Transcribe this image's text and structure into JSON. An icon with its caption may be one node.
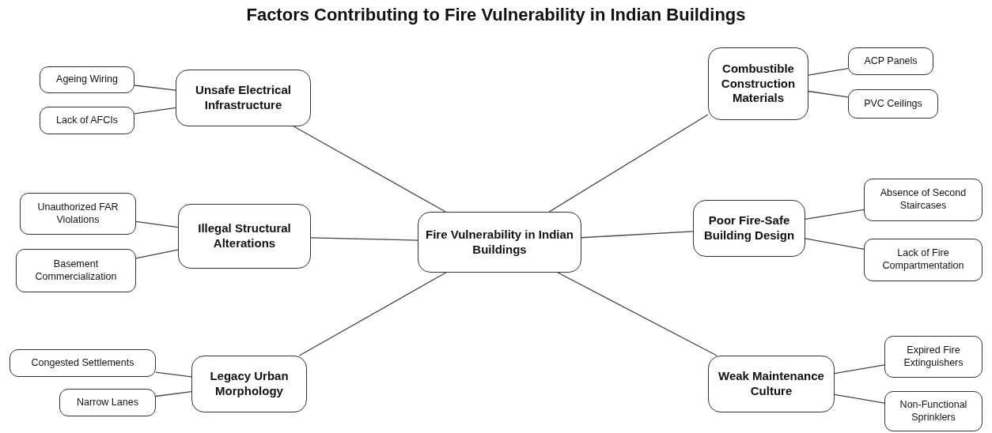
{
  "diagram": {
    "title": "Factors Contributing to Fire Vulnerability in Indian Buildings",
    "nodes": [
      {
        "text": [
          "Fire Vulnerability in Indian Buildings"
        ]
      },
      {
        "text": [
          "Unsafe Electrical Infrastructure"
        ]
      },
      {
        "text": [
          "Ageing Wiring"
        ]
      },
      {
        "text": [
          "Lack of AFCIs"
        ]
      },
      {
        "text": [
          "Illegal Structural Alterations"
        ]
      },
      {
        "text": [
          "Unauthorized FAR Violations"
        ]
      },
      {
        "text": [
          "Basement Commercialization"
        ]
      },
      {
        "text": [
          "Legacy Urban Morphology"
        ]
      },
      {
        "text": [
          "Congested Settlements"
        ]
      },
      {
        "text": [
          "Narrow Lanes"
        ]
      },
      {
        "text": [
          "Combustible Construction Materials"
        ]
      },
      {
        "text": [
          "ACP Panels"
        ]
      },
      {
        "text": [
          "PVC Ceilings"
        ]
      },
      {
        "text": [
          "Poor Fire-Safe Building Design"
        ]
      },
      {
        "text": [
          "Absence of Second Staircases"
        ]
      },
      {
        "text": [
          "Lack of Fire Compartmentation"
        ]
      },
      {
        "text": [
          "Weak Maintenance Culture"
        ]
      },
      {
        "text": [
          "Expired Fire Extinguishers"
        ]
      },
      {
        "text": [
          "Non-Functional Sprinklers"
        ]
      }
    ],
    "edges": [
      {
        "from": 0,
        "to": 1,
        "arrow": "none"
      },
      {
        "from": 0,
        "to": 4,
        "arrow": "none"
      },
      {
        "from": 0,
        "to": 7,
        "arrow": "none"
      },
      {
        "from": 0,
        "to": 10,
        "arrow": "none"
      },
      {
        "from": 0,
        "to": 13,
        "arrow": "none"
      },
      {
        "from": 0,
        "to": 16,
        "arrow": "none"
      },
      {
        "from": 1,
        "to": 2,
        "arrow": "none"
      },
      {
        "from": 1,
        "to": 3,
        "arrow": "none"
      },
      {
        "from": 4,
        "to": 5,
        "arrow": "none"
      },
      {
        "from": 4,
        "to": 6,
        "arrow": "none"
      },
      {
        "from": 7,
        "to": 8,
        "arrow": "none"
      },
      {
        "from": 7,
        "to": 9,
        "arrow": "none"
      },
      {
        "from": 10,
        "to": 11,
        "arrow": "none"
      },
      {
        "from": 10,
        "to": 12,
        "arrow": "none"
      },
      {
        "from": 13,
        "to": 14,
        "arrow": "none"
      },
      {
        "from": 13,
        "to": 15,
        "arrow": "none"
      },
      {
        "from": 16,
        "to": 17,
        "arrow": "none"
      },
      {
        "from": 16,
        "to": 18,
        "arrow": "none"
      }
    ]
  }
}
